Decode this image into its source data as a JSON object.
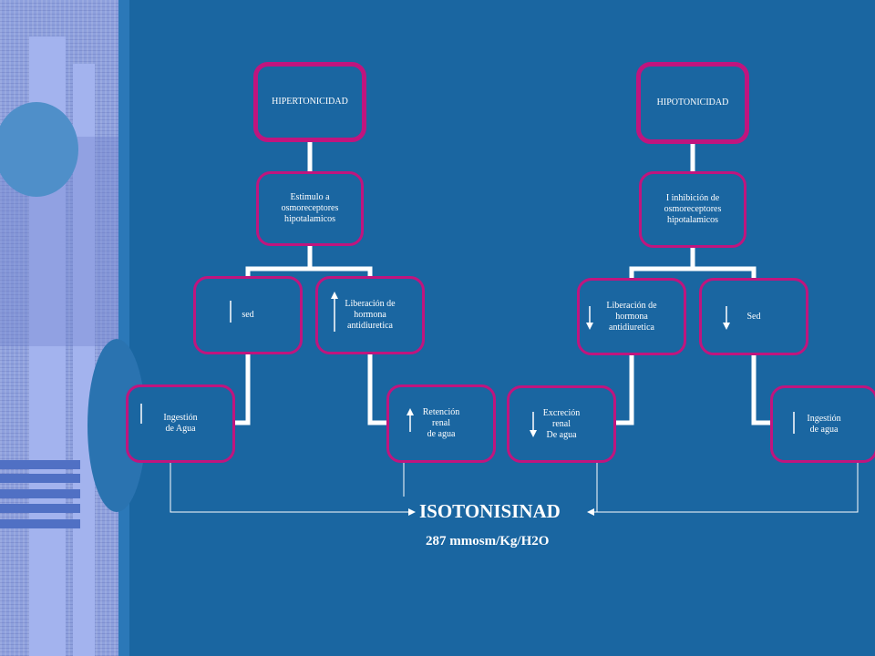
{
  "left_tree": {
    "root": "HIPERTONICIDAD",
    "level2": "Estimulo a\nosmoreceptores\nhipotalamicos",
    "child_a": "sed",
    "child_b": "Liberación  de\nhormona\nantidiuretica",
    "leaf_a": "Ingestión\nde Agua",
    "leaf_b": "Retención\nrenal\nde agua"
  },
  "right_tree": {
    "root": "HIPOTONICIDAD",
    "level2": "I inhibición  de\nosmoreceptores\nhipotalamicos",
    "child_a": "Liberación  de\nhormona\nantidiuretica",
    "child_b": "Sed",
    "leaf_a": "Excreción\nrenal\nDe agua",
    "leaf_b": "Ingestión\nde agua"
  },
  "result": {
    "title": "ISOTONISINAD",
    "value": "287 mmosm/Kg/H2O"
  },
  "colors": {
    "background": "#1a66a1",
    "box_border": "#c0157e",
    "connector": "#ffffff",
    "sidebar": "#8ea0dd"
  }
}
